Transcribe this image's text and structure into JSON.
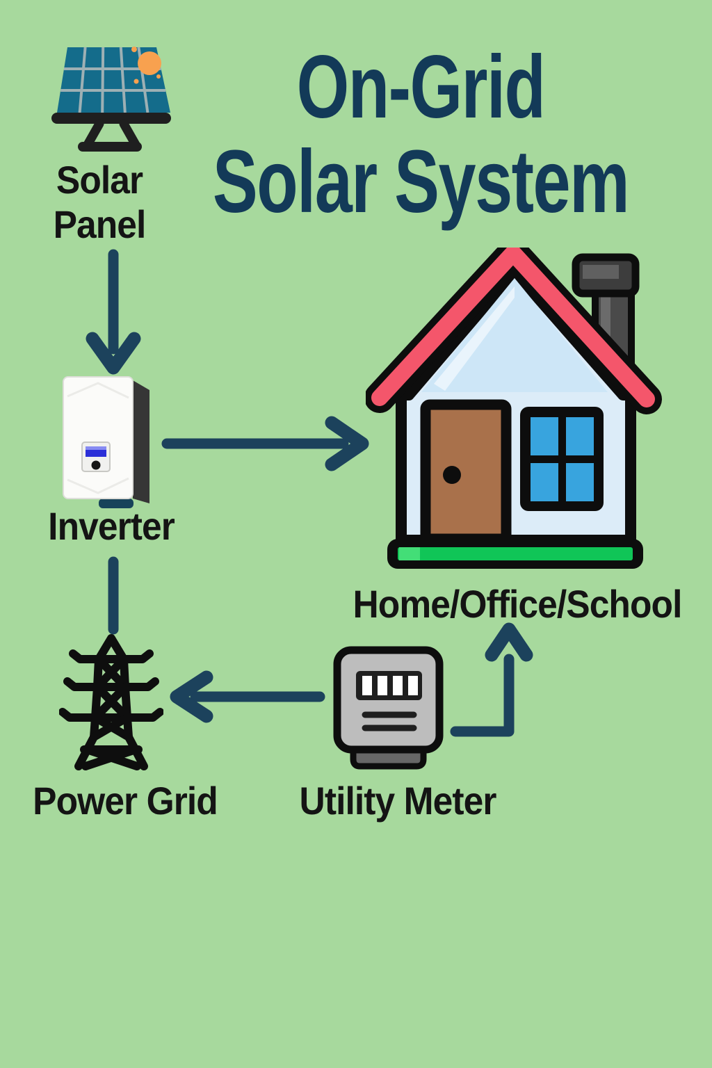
{
  "title": {
    "line1": "On-Grid",
    "line2": "Solar System"
  },
  "nodes": [
    {
      "id": "solar-panel",
      "label": "Solar Panel",
      "icon": "solar-panel-icon"
    },
    {
      "id": "inverter",
      "label": "Inverter",
      "icon": "inverter-icon"
    },
    {
      "id": "home",
      "label": "Home/Office/School",
      "icon": "house-icon"
    },
    {
      "id": "power-grid",
      "label": "Power Grid",
      "icon": "transmission-tower-icon"
    },
    {
      "id": "utility-meter",
      "label": "Utility Meter",
      "icon": "utility-meter-icon"
    }
  ],
  "connections": [
    {
      "from": "solar-panel",
      "to": "inverter",
      "type": "arrow",
      "direction": "down"
    },
    {
      "from": "inverter",
      "to": "home",
      "type": "arrow",
      "direction": "right"
    },
    {
      "from": "inverter",
      "to": "power-grid",
      "type": "line",
      "direction": "down"
    },
    {
      "from": "utility-meter",
      "to": "power-grid",
      "type": "arrow",
      "direction": "left"
    },
    {
      "from": "utility-meter",
      "to": "home",
      "type": "arrow",
      "direction": "up-elbow"
    }
  ],
  "colors": {
    "background": "#a7d99d",
    "title": "#133a58",
    "label": "#141414",
    "arrow": "#1c425c",
    "panel_teal": "#146c8b",
    "sun_orange": "#f8a14f",
    "roof_red": "#f4566b",
    "house_blue": "#dcecf8",
    "door_brown": "#a9714b",
    "window_blue": "#38a4de",
    "base_green": "#10c557",
    "meter_gray": "#bdbdbd"
  }
}
